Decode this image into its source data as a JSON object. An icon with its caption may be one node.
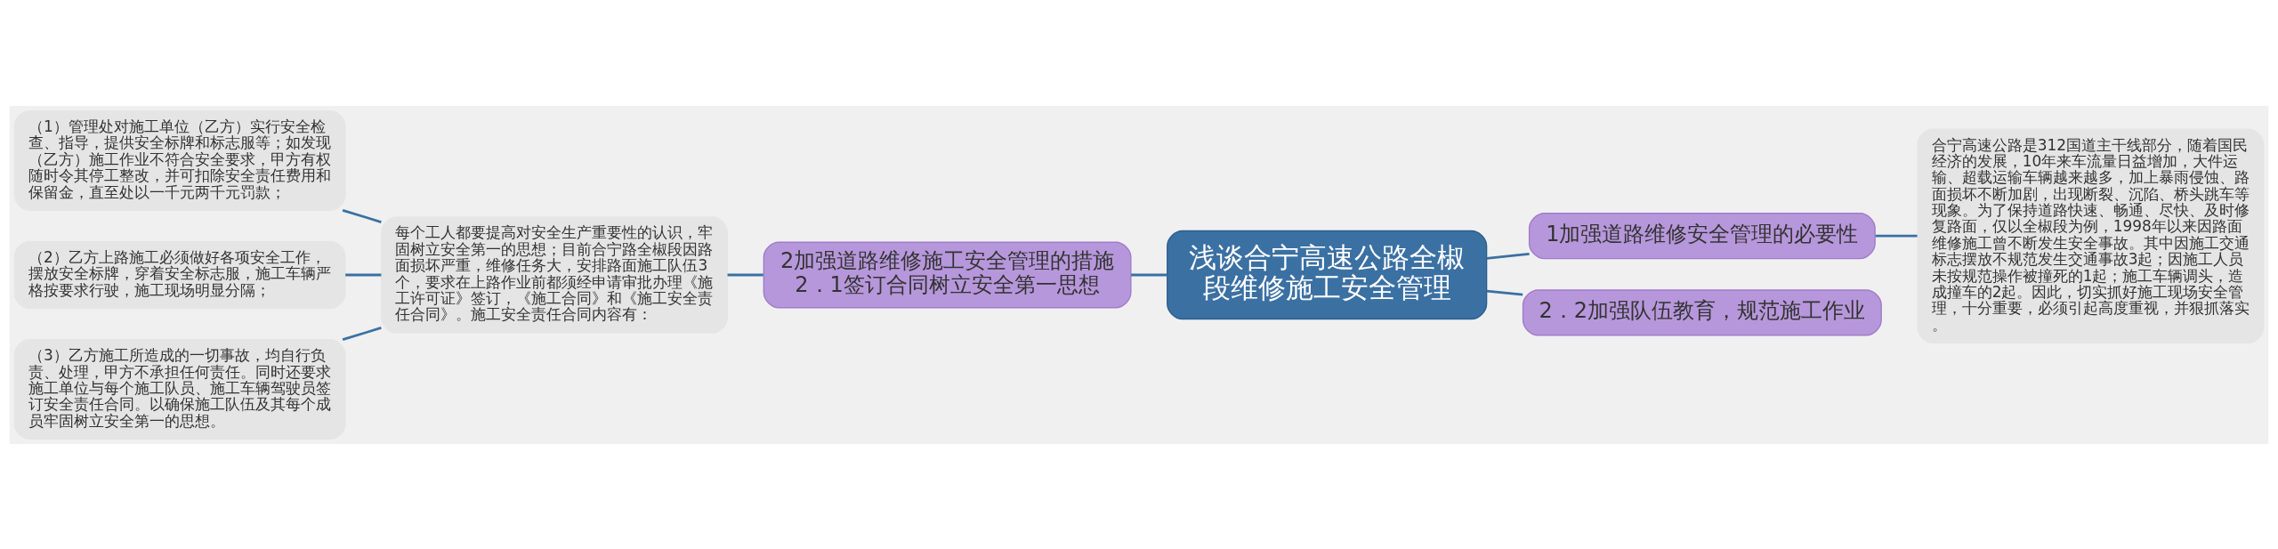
{
  "diagram": {
    "nodes": [
      {
        "text": [
          "浅谈合宁高速公路全椒段维修施工安全管理"
        ]
      },
      {
        "text": [
          "2加强道路维修施工安全管理的措施2．1签订合同树立安全第一思想"
        ]
      },
      {
        "text": [
          "每个工人都要提高对安全生产重要性的认识，牢固树立安全第一的思想；目前合宁路全椒段因路面损坏严重，维修任务大，安排路面施工队伍3个，要求在上路作业前都须经申请审批办理《施工许可证》签订，《施工合同》和《施工安全责任合同》。施工安全责任合同内容有："
        ]
      },
      {
        "text": [
          "（1）管理处对施工单位（乙方）实行安全检查、指导，提供安全标牌和标志服等；如发现（乙方）施工作业不符合安全要求，甲方有权随时令其停工整改，并可扣除安全责任费用和保留金，直至处以一千元两千元罚款；"
        ]
      },
      {
        "text": [
          "（2）乙方上路施工必须做好各项安全工作，摆放安全标牌，穿着安全标志服，施工车辆严格按要求行驶，施工现场明显分隔；"
        ]
      },
      {
        "text": [
          "（3）乙方施工所造成的一切事故，均自行负责、处理，甲方不承担任何责任。同时还要求施工单位与每个施工队员、施工车辆驾驶员签订安全责任合同。以确保施工队伍及其每个成员牢固树立安全第一的思想。"
        ]
      },
      {
        "text": [
          "1加强道路维修安全管理的必要性"
        ]
      },
      {
        "text": [
          "合宁高速公路是312国道主干线部分，随着国民经济的发展，10年来车流量日益增加，大件运输、超载运输车辆越来越多，加上暴雨侵蚀、路面损坏不断加剧，出现断裂、沉陷、桥头跳车等现象。为了保持道路快速、畅通、尽快、及时修复路面，仅以全椒段为例，1998年以来因路面维修施工曾不断发生安全事故。其中因施工交通标志摆放不规范发生交通事故3起；因施工人员未按规范操作被撞死的1起；施工车辆调头，造成撞车的2起。因此，切实抓好施工现场安全管理，十分重要，必须引起高度重视，并狠抓落实。"
        ]
      },
      {
        "text": [
          "2．2加强队伍教育，规范施工作业"
        ]
      }
    ],
    "edges": [
      {
        "from": 3,
        "to": 2,
        "arrow": "none"
      },
      {
        "from": 4,
        "to": 2,
        "arrow": "none"
      },
      {
        "from": 5,
        "to": 2,
        "arrow": "none"
      },
      {
        "from": 2,
        "to": 1,
        "arrow": "none"
      },
      {
        "from": 1,
        "to": 0,
        "arrow": "none"
      },
      {
        "from": 0,
        "to": 6,
        "arrow": "none"
      },
      {
        "from": 6,
        "to": 7,
        "arrow": "none"
      },
      {
        "from": 0,
        "to": 8,
        "arrow": "none"
      }
    ]
  }
}
